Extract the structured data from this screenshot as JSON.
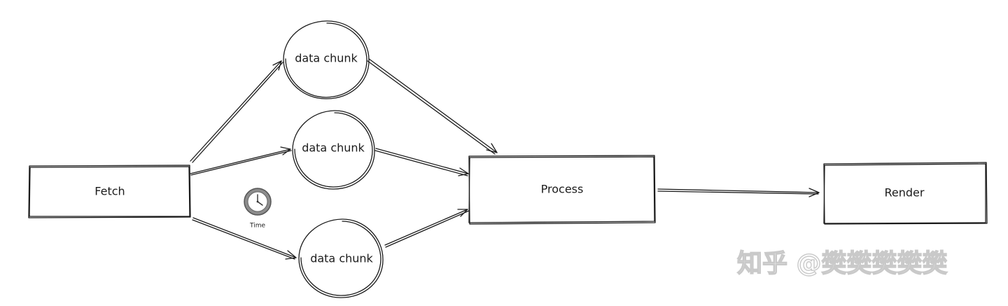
{
  "nodes": {
    "fetch": {
      "label": "Fetch"
    },
    "chunk_top": {
      "label": "data chunk"
    },
    "chunk_mid": {
      "label": "data chunk"
    },
    "chunk_bottom": {
      "label": "data chunk"
    },
    "process": {
      "label": "Process"
    },
    "render": {
      "label": "Render"
    }
  },
  "clock": {
    "label": "Time",
    "icon": "clock-icon"
  },
  "watermark": {
    "text": "知乎 @樊樊樊樊樊"
  },
  "colors": {
    "stroke": "#1b1b1b",
    "clock_face": "#8c8c8c",
    "watermark": "#c9c9c9"
  }
}
